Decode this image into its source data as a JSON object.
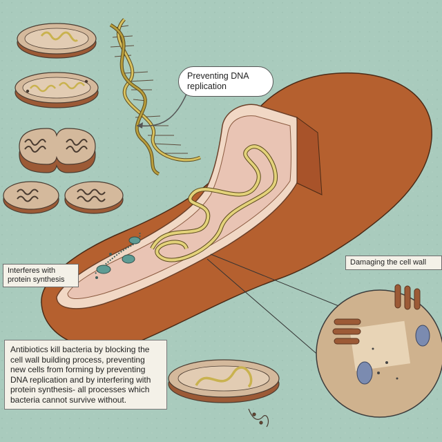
{
  "labels": {
    "dna": "Preventing DNA replication",
    "protein": "Interferes with protein synthesis",
    "cell_wall": "Damaging the cell wall"
  },
  "caption": "Antibiotics kill bacteria by blocking the cell wall building process, preventing new cells from forming by preventing DNA replication and by interfering with protein synthesis- all processes which bacteria cannot survive without.",
  "colors": {
    "background": "#a9cbbd",
    "bacterium_shell": "#b5602f",
    "bacterium_interior": "#e9c4b4",
    "dna_strand": "#e3d27a",
    "ribosome": "#5f9c94",
    "small_cell": "#d4b99c"
  }
}
